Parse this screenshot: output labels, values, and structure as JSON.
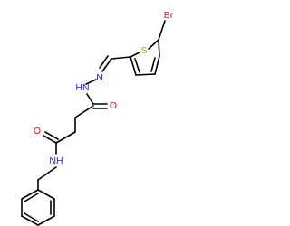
{
  "atoms": {
    "br": {
      "text": "Br",
      "color": "#a52a2a"
    },
    "s": {
      "text": "S",
      "color": "#b8a000"
    },
    "n_eq": {
      "text": "N",
      "color": "#2020ff"
    },
    "nh_hyd": {
      "text": "HN",
      "color": "#2020ff"
    },
    "o_top": {
      "text": "O",
      "color": "#ff0000"
    },
    "o_bot": {
      "text": "O",
      "color": "#ff0000"
    },
    "nh_am": {
      "text": "NH",
      "color": "#2020ff"
    }
  },
  "colors": {
    "bond": "#000000",
    "background": "#ffffff"
  }
}
